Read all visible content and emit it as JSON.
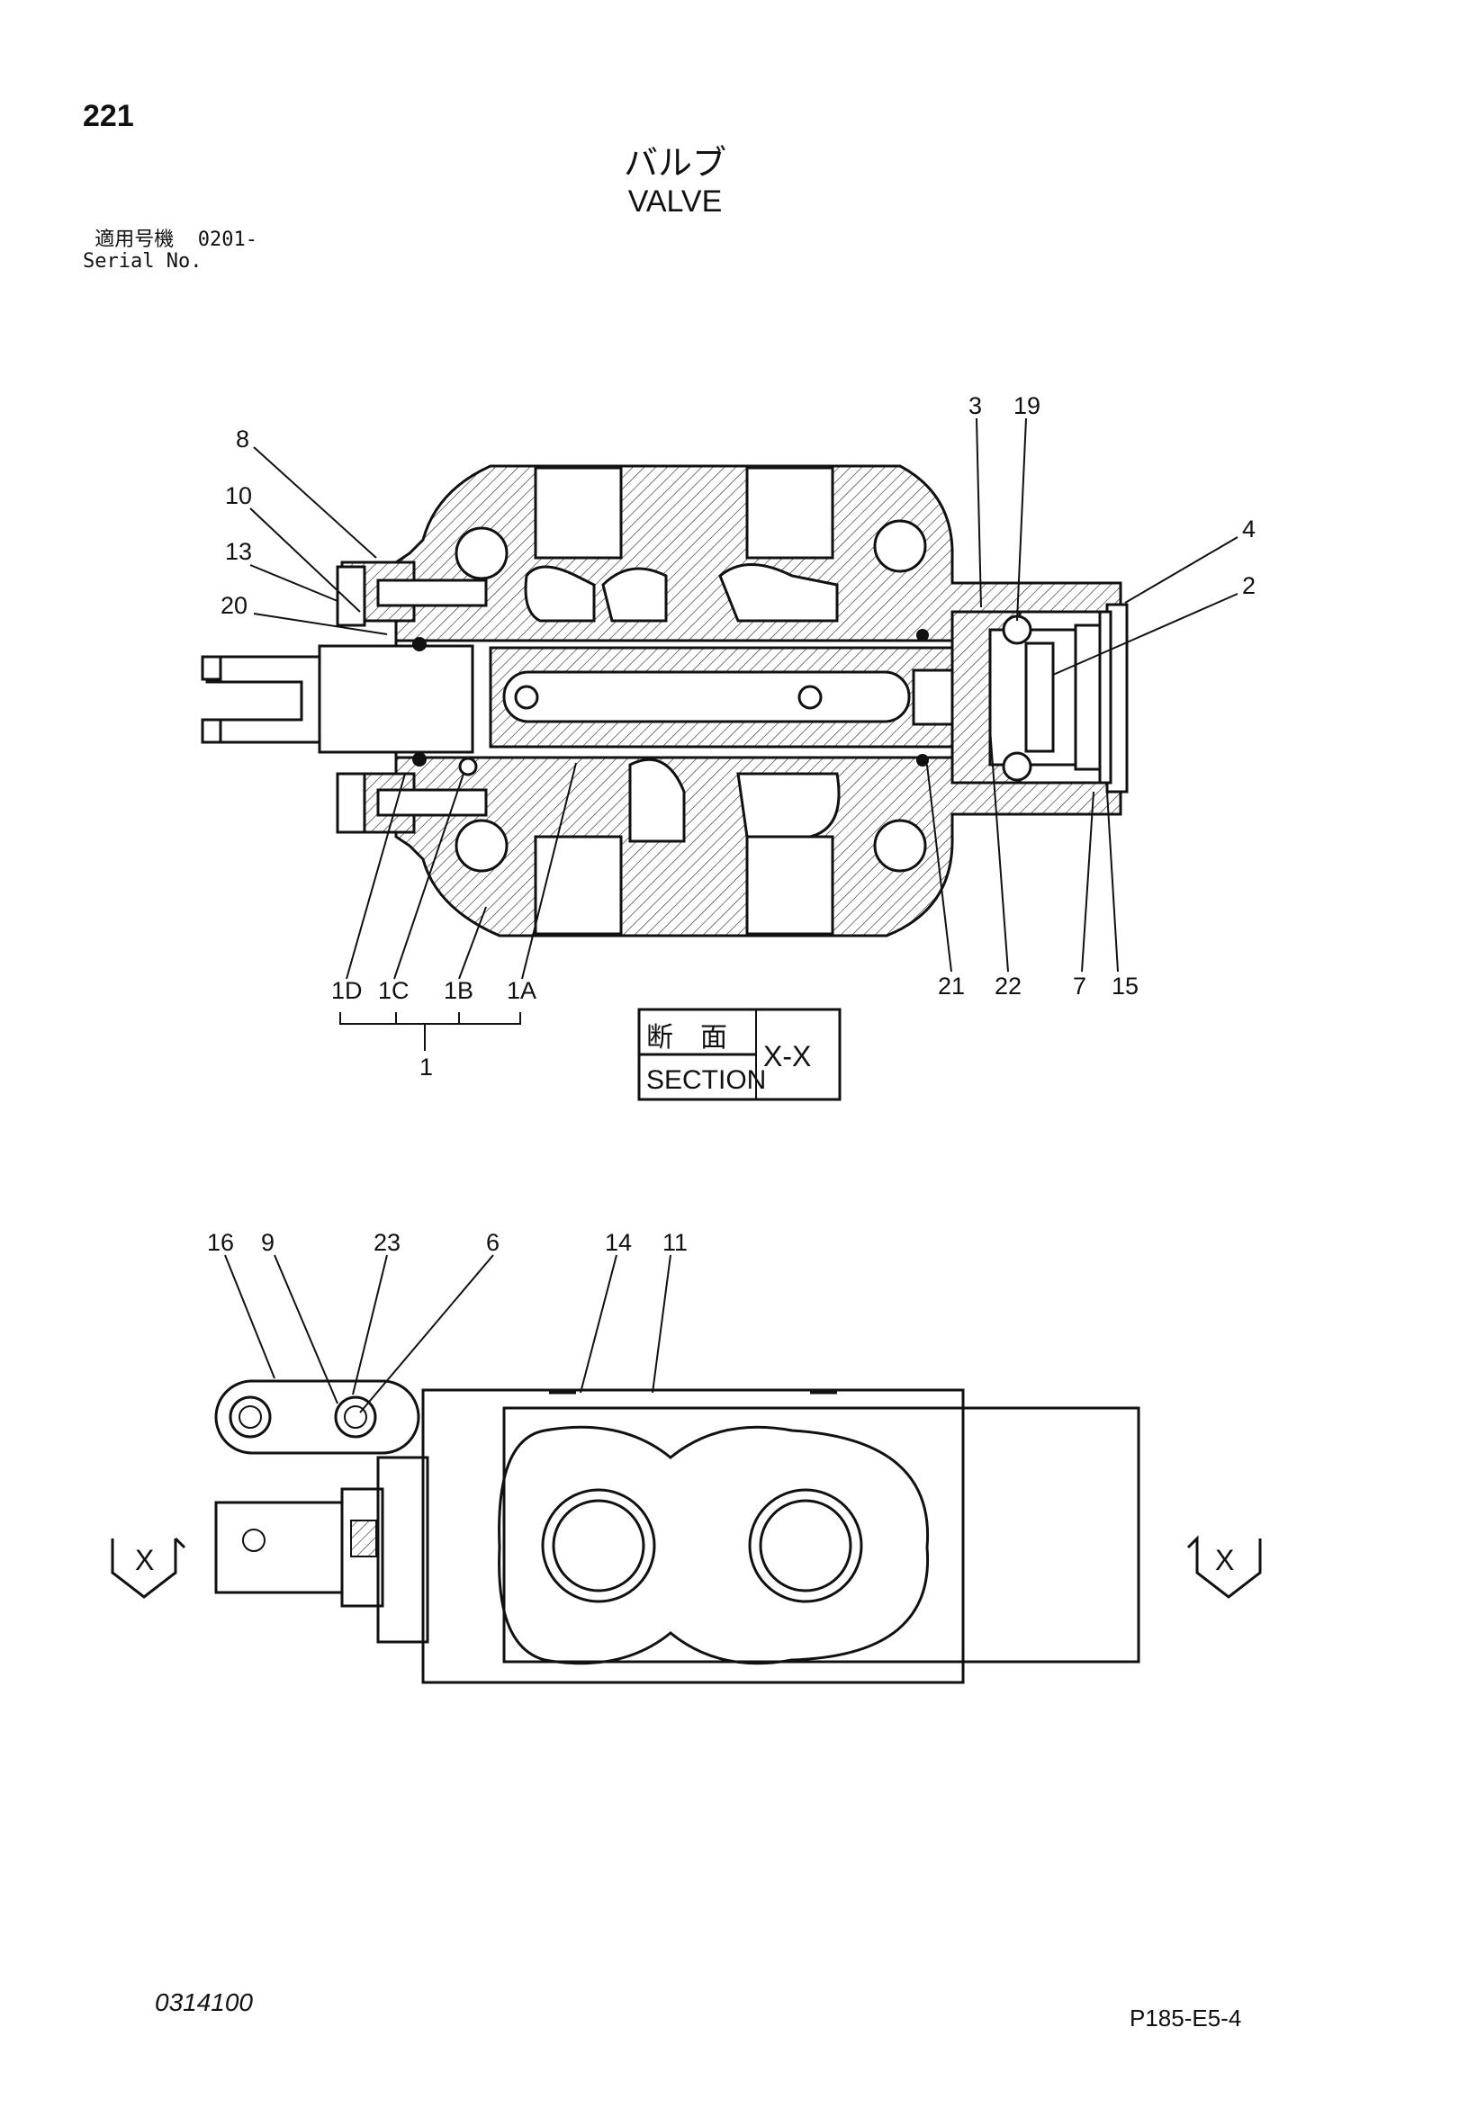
{
  "page_number": "221",
  "title_jp": "バルブ",
  "title_en": "VALVE",
  "serial": {
    "label_jp": "適用号機",
    "value": "0201-",
    "label_en": "Serial No."
  },
  "section_box": {
    "label_jp": "断　面",
    "label_en": "SECTION",
    "name": "X-X"
  },
  "section_marker": "X",
  "callouts_section": [
    "8",
    "10",
    "13",
    "20",
    "3",
    "19",
    "4",
    "2",
    "1D",
    "1C",
    "1B",
    "1A",
    "1",
    "21",
    "22",
    "7",
    "15"
  ],
  "callouts_plan": [
    "16",
    "9",
    "23",
    "6",
    "14",
    "11"
  ],
  "doc_code": "0314100",
  "page_code": "P185-E5-4"
}
